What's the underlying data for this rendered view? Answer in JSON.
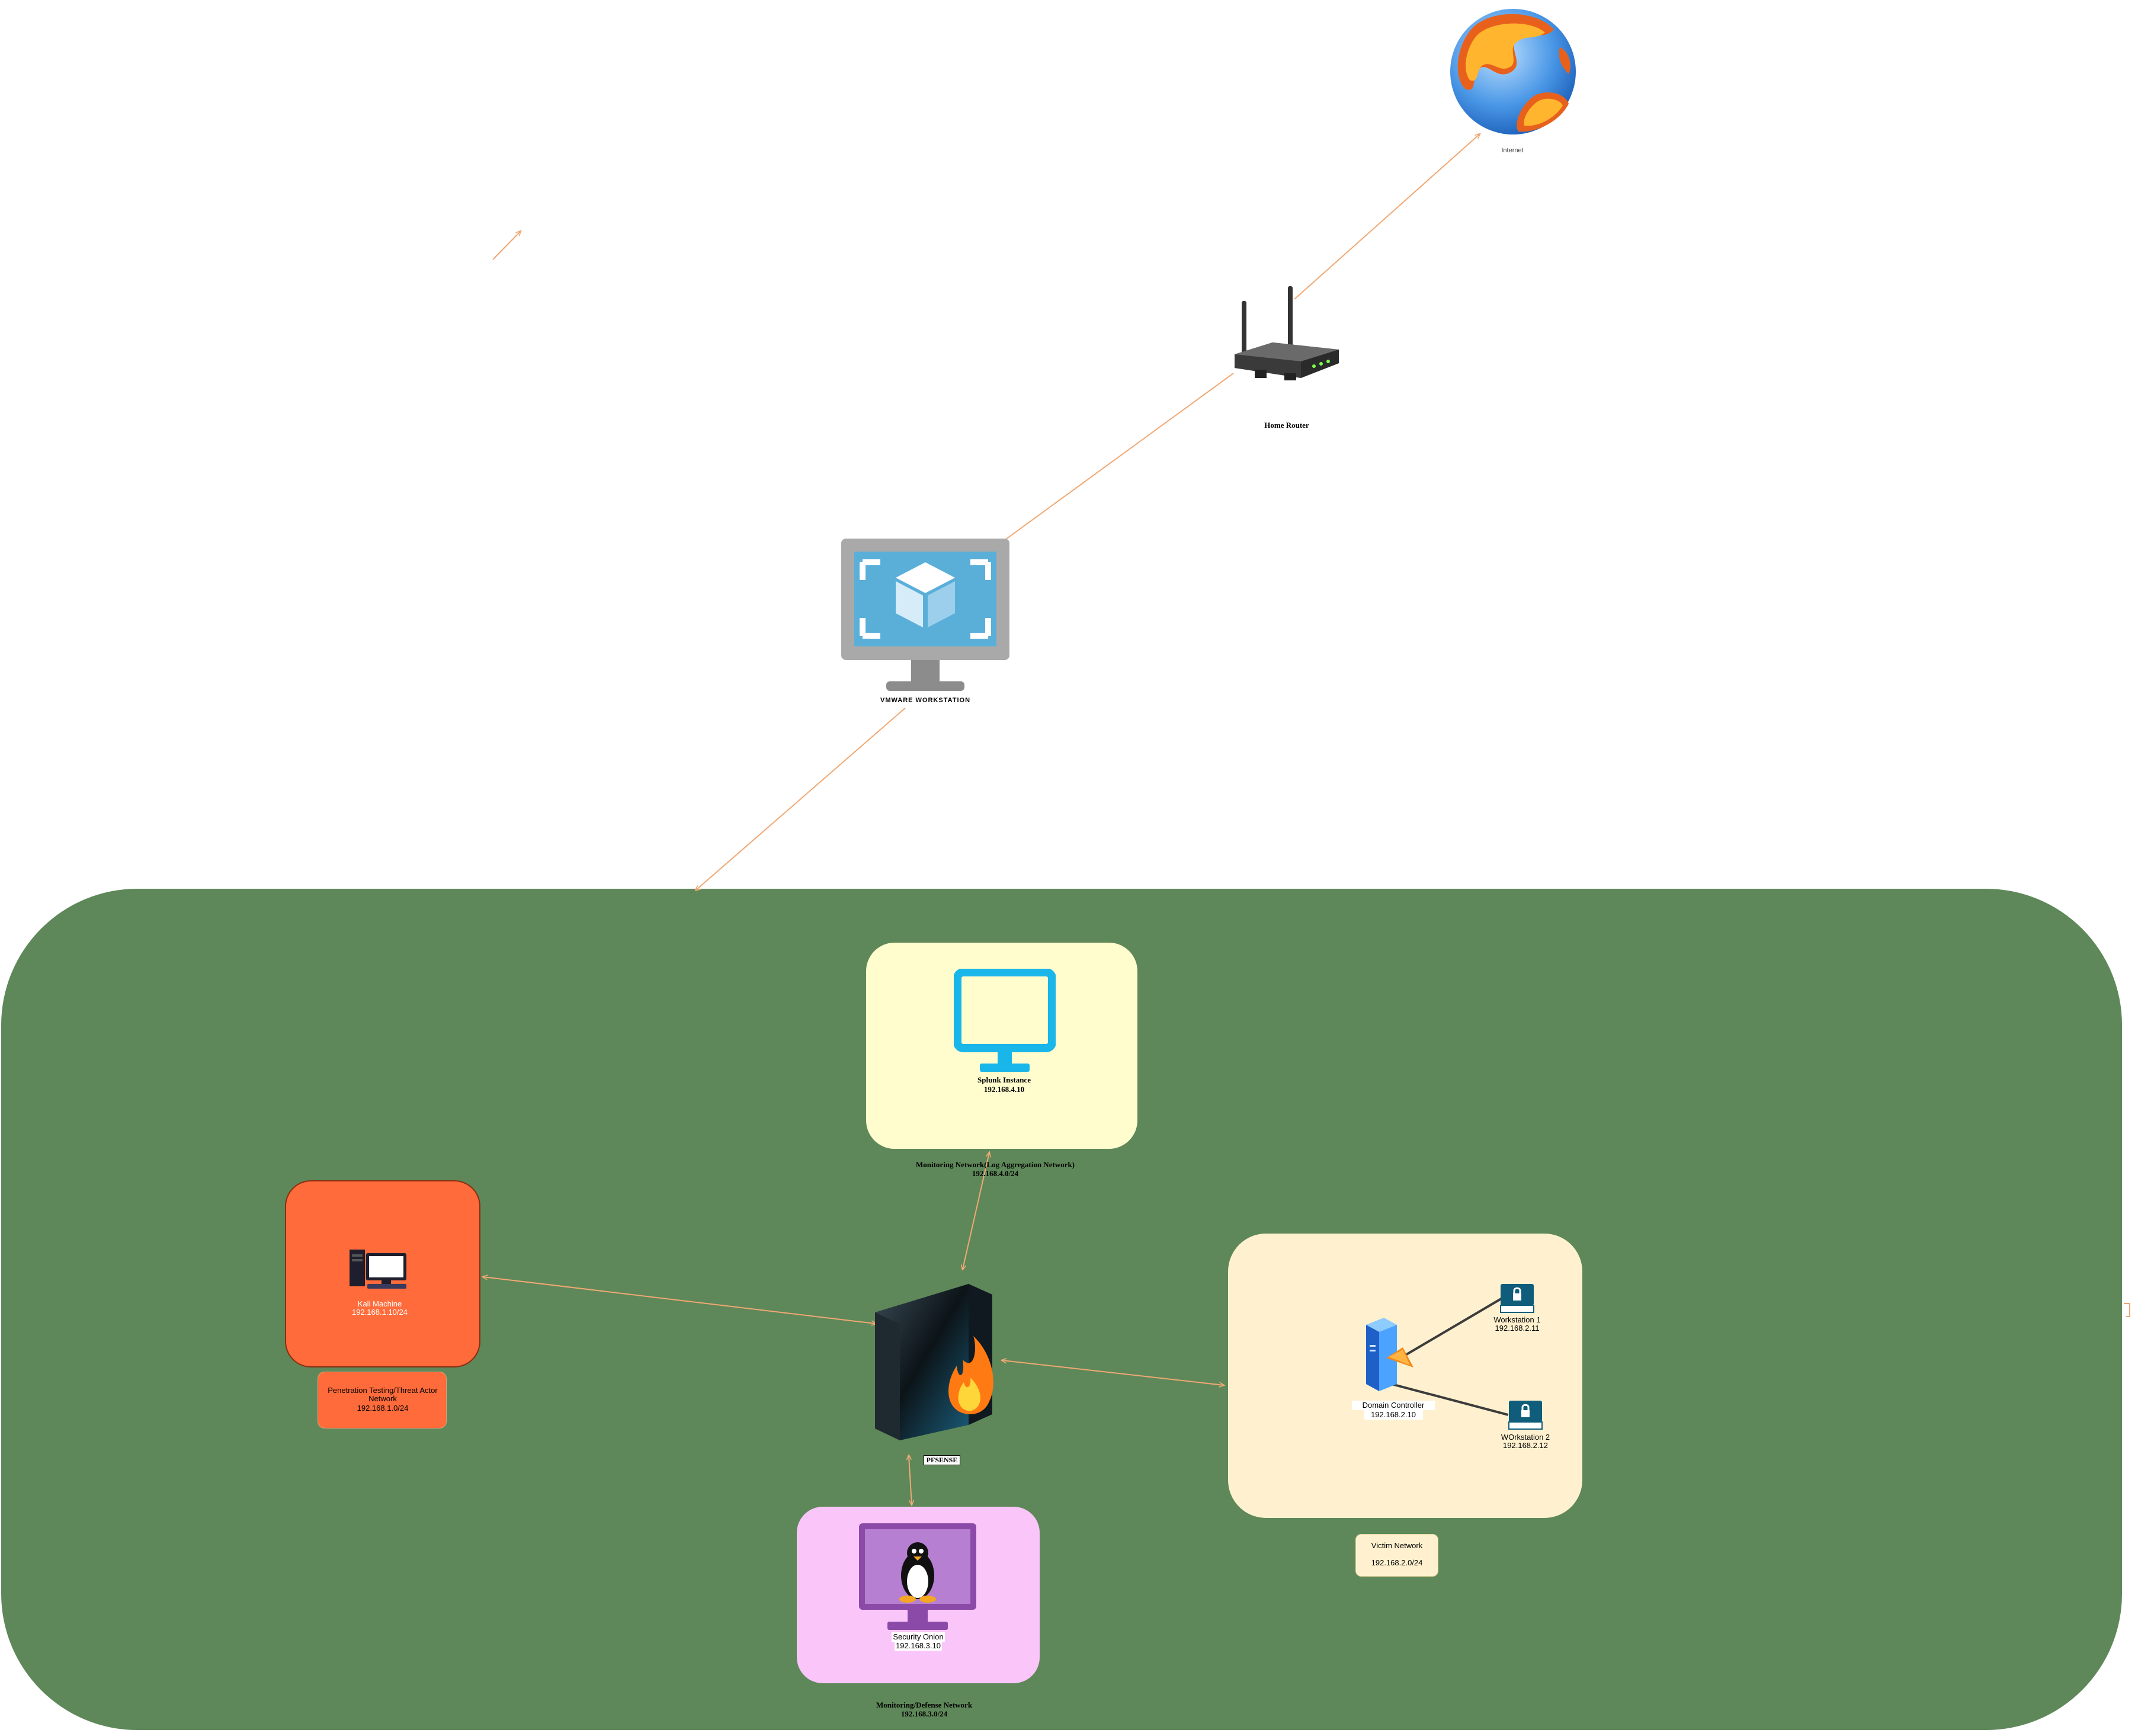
{
  "nodes": {
    "internet": {
      "label": "Internet"
    },
    "router": {
      "label": "Home Router"
    },
    "vmware": {
      "label": "VMWARE WORKSTATION"
    },
    "splunk": {
      "name": "Splunk Instance",
      "ip": "192.168.4.10"
    },
    "monitoring_log_zone": {
      "name": "Monitoring Network(Log Aggregation Network)",
      "subnet": "192.168.4.0/24"
    },
    "kali": {
      "name": "Kali Machine",
      "ip": "192.168.1.10/24"
    },
    "pentest_zone": {
      "name": "Penetration Testing/Threat Actor Network",
      "subnet": "192.168.1.0/24"
    },
    "pfsense": {
      "label": "PFSENSE"
    },
    "domain_controller": {
      "name": "Domain Controller",
      "ip": "192.168.2.10"
    },
    "workstation1": {
      "name": "Workstation 1",
      "ip": "192.168.2.11"
    },
    "workstation2": {
      "name": "WOrkstation 2",
      "ip": "192.168.2.12"
    },
    "victim_zone": {
      "name": "Victim Network",
      "subnet": "192.168.2.0/24"
    },
    "security_onion": {
      "name": "Security Onion",
      "ip": "192.168.3.10"
    },
    "defense_zone": {
      "name": "Monitoring/Defense Network",
      "subnet": "192.168.3.0/24"
    }
  },
  "colors": {
    "lab_background": "#5e8859",
    "connector": "#f0a874",
    "pentest_zone": "#ff6b3a",
    "monitoring_zone": "#fffccd",
    "victim_zone": "#fff1cf",
    "defense_zone": "#fac6fa"
  },
  "icons": {
    "internet": "globe-icon",
    "router": "wireless-router-icon",
    "vmware": "virtual-machine-monitor-icon",
    "splunk": "monitor-icon",
    "kali": "desktop-computer-icon",
    "pfsense": "firewall-icon",
    "domain_controller": "server-icon",
    "workstation": "locked-workstation-icon",
    "security_onion": "linux-monitor-icon"
  }
}
